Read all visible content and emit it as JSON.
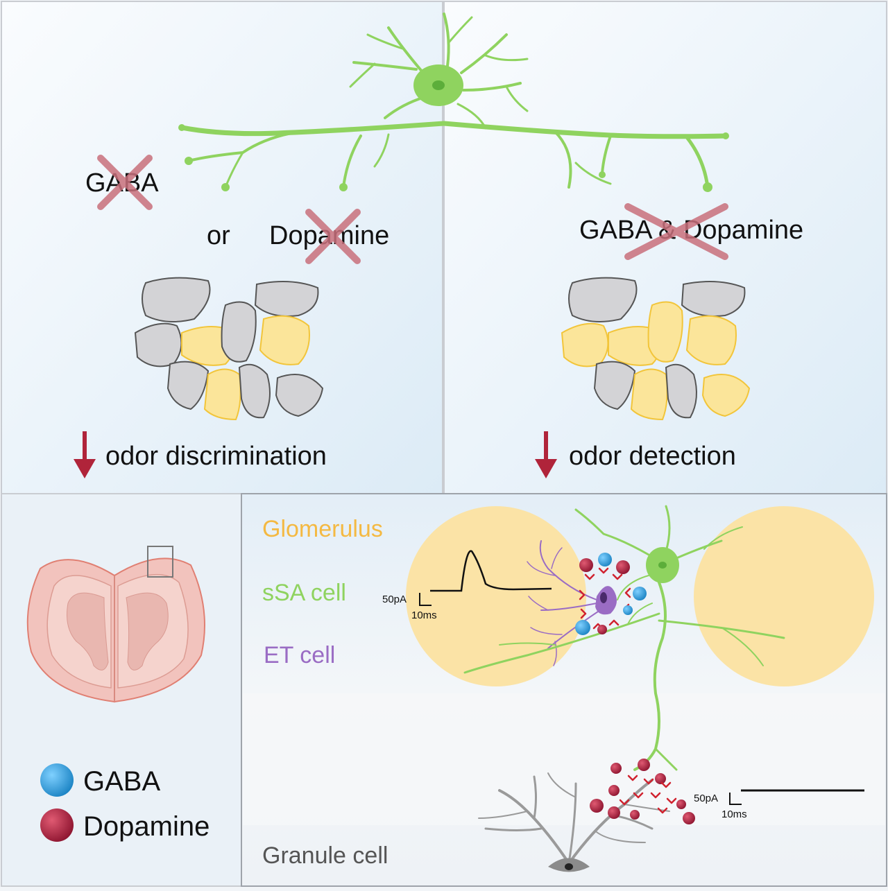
{
  "top_left": {
    "label_gaba": "GABA",
    "label_or": "or",
    "label_dopamine": "Dopamine",
    "outcome": "odor discrimination"
  },
  "top_right": {
    "label_both": "GABA & Dopamine",
    "outcome": "odor detection"
  },
  "legend": {
    "gaba": "GABA",
    "dopamine": "Dopamine"
  },
  "bottom_right": {
    "label_glomerulus": "Glomerulus",
    "label_ssa": "sSA cell",
    "label_et": "ET cell",
    "label_granule": "Granule cell",
    "trace1_scale_current": "50pA",
    "trace1_scale_time": "10ms",
    "trace2_scale_current": "50pA",
    "trace2_scale_time": "10ms"
  },
  "colors": {
    "neuron_green": "#8fd35f",
    "gaba_blue": "#2f9fdc",
    "dopamine_red": "#b8263f",
    "glomerulus_fill": "#fbe3a6",
    "cell_grey": "#d3d3d6",
    "cell_yellow": "#fbe59a",
    "et_purple": "#9a6cc4",
    "arrow_red": "#b0243a",
    "cross_red": "#c9707c",
    "glomerulus_text": "#f4b942",
    "ssa_text": "#8fd35f",
    "et_text": "#9a6cc4",
    "granule_text": "#555555"
  }
}
